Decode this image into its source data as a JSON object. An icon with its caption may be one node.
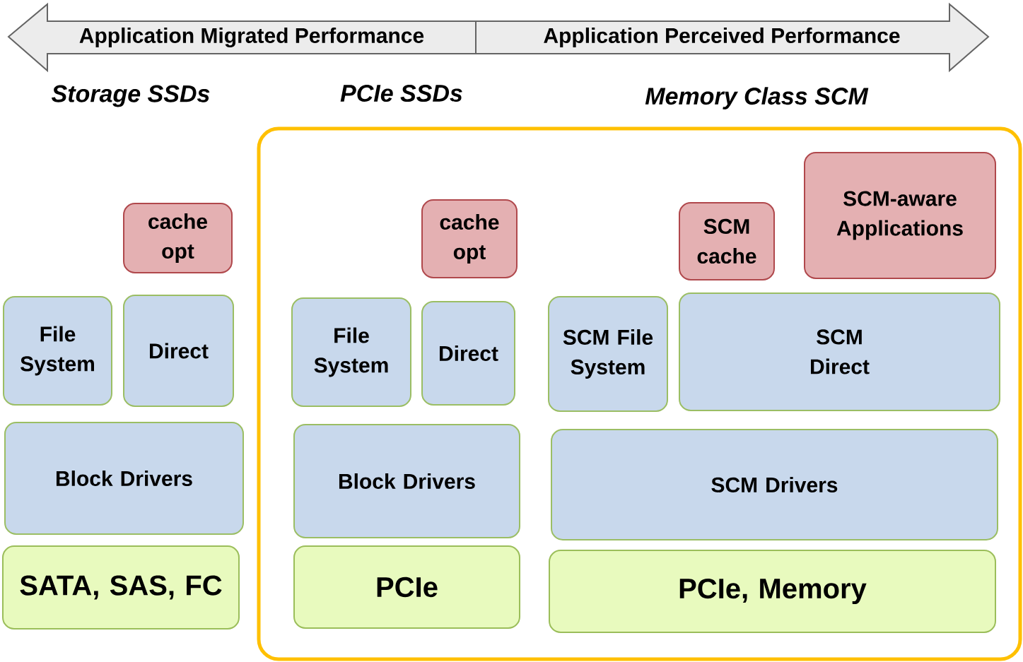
{
  "diagram": {
    "nodes": [
      {
        "text": [
          "Application Migrated Performance",
          "Application Perceived Performance"
        ]
      },
      {
        "text": [],
        "shape": "box"
      },
      {
        "text": [
          "cache opt"
        ]
      },
      {
        "text": [
          "File System"
        ]
      },
      {
        "text": [
          "Direct"
        ]
      },
      {
        "text": [
          "Block Drivers"
        ]
      },
      {
        "text": [
          "SATA, SAS, FC"
        ]
      },
      {
        "text": [
          "cache opt"
        ],
        "in": 1
      },
      {
        "text": [
          "File System"
        ],
        "in": 1
      },
      {
        "text": [
          "Direct"
        ],
        "in": 1
      },
      {
        "text": [
          "Block Drivers"
        ],
        "in": 1
      },
      {
        "text": [
          "PCIe"
        ],
        "in": 1
      },
      {
        "text": [
          "SCM cache"
        ],
        "in": 1
      },
      {
        "text": [
          "SCM-aware Applications"
        ],
        "in": 1
      },
      {
        "text": [
          "SCM File System"
        ],
        "in": 1
      },
      {
        "text": [
          "SCM Direct"
        ],
        "in": 1
      },
      {
        "text": [
          "SCM Drivers"
        ],
        "in": 1
      },
      {
        "text": [
          "PCIe, Memory"
        ],
        "in": 1
      }
    ],
    "labels": [
      "Storage SSDs",
      "PCIe SSDs",
      "Memory Class SCM"
    ]
  }
}
